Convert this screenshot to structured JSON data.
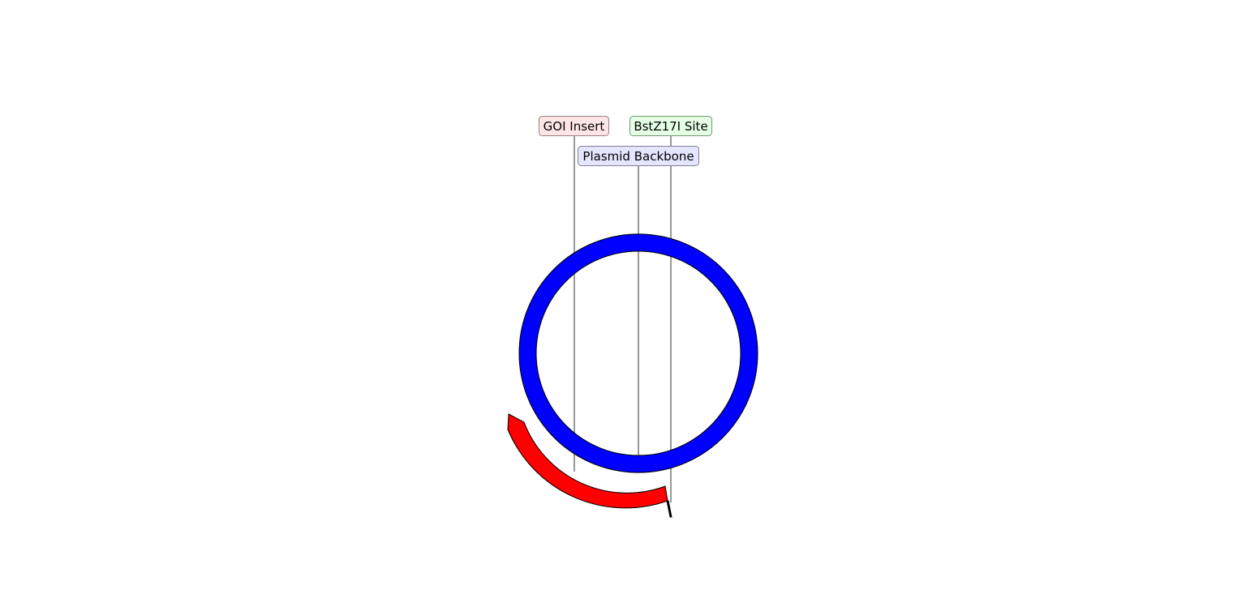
{
  "diagram": {
    "features": [
      {
        "name": "GOI Insert",
        "label": "GOI Insert",
        "fill": "#ff0000",
        "label_bg": "#ffe5e5",
        "label_border": "#9a7f7f"
      },
      {
        "name": "Plasmid Backbone",
        "label": "Plasmid Backbone",
        "fill": "#0000ff",
        "label_bg": "#e5e5ff",
        "label_border": "#7f7f9a"
      },
      {
        "name": "BstZ17I Site",
        "label": "BstZ17I Site",
        "fill": "#000000",
        "label_bg": "#e5ffe5",
        "label_border": "#6f9a6f"
      }
    ]
  }
}
